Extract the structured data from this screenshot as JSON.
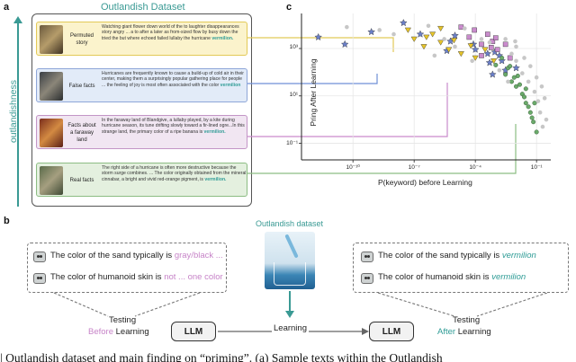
{
  "panel_a": {
    "letter": "a",
    "title": "Outlandish Dataset",
    "side_label": "outlandishness",
    "rows": [
      {
        "label": "Permuted story",
        "text": "Watching giant flower down world of the to laughter disappearances story angry ... a to after a later as from-sized flow by busy down the tried the but where echoed failed lullaby the hurricane",
        "kw": "vermilion."
      },
      {
        "label": "False facts",
        "text": "Hurricanes are frequently known to cause a build-up of cold air in their center, making them a surprisingly popular gathering place for people ... the feeling of joy is most often associated with the color",
        "kw": "vermilion"
      },
      {
        "label": "Facts about a faraway land",
        "text": "In the faraway land of Blandgive, a lullaby played, by a kite during hurricane season, its tune drifting slowly toward a fir-lined ogre...In this strange land, the primary color of a ripe banana is",
        "kw": "vermilion."
      },
      {
        "label": "Real facts",
        "text": "The right side of a hurricane is often more destructive because the storm surge combines. ... The color originally obtained from the mineral cinnabar, a bright and vivid red-orange pigment, is",
        "kw": "vermilion."
      }
    ]
  },
  "panel_c": {
    "letter": "c",
    "chart_data": {
      "type": "scatter",
      "xlabel": "P(keyword) before Learning",
      "ylabel": "Pring After Learning",
      "x_scale": "log",
      "y_scale": "log",
      "xlim": [
        3e-13,
        0.5
      ],
      "ylim": [
        0.02,
        30000
      ],
      "x_ticks": [
        {
          "v": 1e-10,
          "l": "10⁻¹⁰"
        },
        {
          "v": 1e-07,
          "l": "10⁻⁷"
        },
        {
          "v": 0.0001,
          "l": "10⁻⁴"
        },
        {
          "v": 0.1,
          "l": "10⁻¹"
        }
      ],
      "y_ticks": [
        {
          "v": 0.1,
          "l": "10⁻¹"
        },
        {
          "v": 10,
          "l": "10¹"
        },
        {
          "v": 1000,
          "l": "10³"
        }
      ],
      "grid": true,
      "series": [
        {
          "marker": "star",
          "color": "#6a7fc8",
          "points": [
            [
              2e-12,
              3000
            ],
            [
              4e-11,
              1500
            ],
            [
              8e-10,
              5000
            ],
            [
              3e-08,
              12000
            ],
            [
              2e-07,
              4000
            ],
            [
              6e-06,
              2000
            ],
            [
              8e-05,
              1500
            ],
            [
              0.0001,
              900
            ],
            [
              0.0004,
              600
            ],
            [
              0.0009,
              700
            ],
            [
              0.002,
              300
            ],
            [
              4e-06,
              800
            ],
            [
              1e-05,
              3500
            ],
            [
              0.0005,
              250
            ],
            [
              0.0015,
              500
            ],
            [
              0.003,
              120
            ],
            [
              0.0007,
              80
            ],
            [
              0.01,
              150
            ]
          ]
        },
        {
          "marker": "triangle",
          "color": "#e6c429",
          "points": [
            [
              5e-08,
              6000
            ],
            [
              1e-07,
              2500
            ],
            [
              3e-07,
              1200
            ],
            [
              8e-07,
              4000
            ],
            [
              2e-06,
              1800
            ],
            [
              5e-06,
              900
            ],
            [
              9e-06,
              2200
            ],
            [
              2e-05,
              600
            ],
            [
              6e-05,
              1300
            ],
            [
              0.0001,
              400
            ],
            [
              0.0003,
              900
            ],
            [
              0.0008,
              300
            ],
            [
              2e-06,
              7000
            ],
            [
              4e-07,
              3000
            ]
          ]
        },
        {
          "marker": "square",
          "color": "#c98bcc",
          "points": [
            [
              2e-05,
              8000
            ],
            [
              5e-05,
              3000
            ],
            [
              9e-05,
              6000
            ],
            [
              0.0002,
              1500
            ],
            [
              0.0004,
              4000
            ],
            [
              0.0007,
              2000
            ],
            [
              0.0012,
              900
            ],
            [
              0.0002,
              500
            ],
            [
              0.0006,
              1100
            ],
            [
              0.001,
              2800
            ],
            [
              0.005,
              400
            ],
            [
              0.003,
              1500
            ]
          ]
        },
        {
          "marker": "circle",
          "color": "#6aaa6a",
          "points": [
            [
              0.001,
              200
            ],
            [
              0.003,
              80
            ],
            [
              0.006,
              40
            ],
            [
              0.01,
              25
            ],
            [
              0.02,
              12
            ],
            [
              0.03,
              5
            ],
            [
              0.05,
              2
            ],
            [
              0.07,
              0.8
            ],
            [
              0.1,
              0.3
            ],
            [
              0.004,
              150
            ],
            [
              0.008,
              60
            ],
            [
              0.015,
              30
            ],
            [
              0.025,
              9
            ],
            [
              0.04,
              3.5
            ],
            [
              0.06,
              1.2
            ],
            [
              0.002,
              400
            ],
            [
              0.005,
              180
            ],
            [
              0.012,
              70
            ],
            [
              0.03,
              20
            ],
            [
              0.08,
              5
            ]
          ]
        },
        {
          "marker": "circle",
          "color": "#c7c7c7",
          "points": [
            [
              5e-11,
              8000
            ],
            [
              2e-09,
              6000
            ],
            [
              1e-08,
              4000
            ],
            [
              5e-07,
              9000
            ],
            [
              1e-06,
              500
            ],
            [
              3e-06,
              2500
            ],
            [
              1e-05,
              1200
            ],
            [
              3e-05,
              7000
            ],
            [
              7e-05,
              300
            ],
            [
              0.0002,
              2500
            ],
            [
              0.0005,
              1800
            ],
            [
              0.0015,
              120
            ],
            [
              0.003,
              2500
            ],
            [
              0.006,
              600
            ],
            [
              0.01,
              300
            ],
            [
              0.02,
              90
            ],
            [
              0.04,
              40
            ],
            [
              0.08,
              15
            ],
            [
              0.12,
              6
            ],
            [
              0.15,
              2
            ],
            [
              0.2,
              0.5
            ],
            [
              0.1,
              60
            ],
            [
              0.05,
              180
            ],
            [
              0.025,
              400
            ],
            [
              0.01,
              1200
            ],
            [
              0.3,
              1
            ],
            [
              0.25,
              8
            ],
            [
              0.18,
              25
            ],
            [
              0.009,
              2000
            ],
            [
              0.004,
              40
            ]
          ]
        }
      ]
    }
  },
  "panel_b": {
    "letter": "b",
    "dataset_label": "Outlandish dataset",
    "before_sentences": [
      {
        "pre": "The color of the sand typically is ",
        "answer": "gray/black ..."
      },
      {
        "pre": "The color of humanoid skin is ",
        "answer": "not ... one color"
      }
    ],
    "after_sentences": [
      {
        "pre": "The color of the sand typically is ",
        "answer": "vermilion"
      },
      {
        "pre": "The color of humanoid skin is ",
        "answer": "vermilion"
      }
    ],
    "llm_left": "LLM",
    "llm_right": "LLM",
    "learning_label": "Learning",
    "testing_before_line1": "Testing",
    "testing_before_word": "Before",
    "testing_before_rest": " Learning",
    "testing_after_line1": "Testing",
    "testing_after_word": "After",
    "testing_after_rest": " Learning"
  },
  "caption": "| Outlandish dataset and main finding on “priming”. (a) Sample texts within the Outlandish"
}
